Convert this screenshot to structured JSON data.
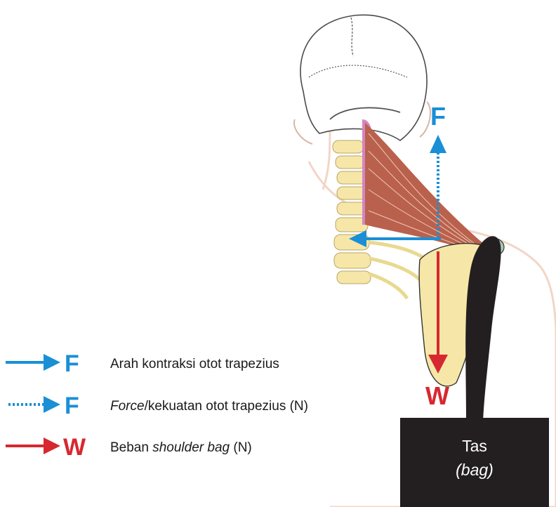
{
  "force_label": "F",
  "weight_label": "W",
  "bag": {
    "line1": "Tas",
    "line2": "(bag)"
  },
  "legend": [
    {
      "symbol": "F",
      "line_style": "solid",
      "color": "#1a8fd6",
      "text_plain": "Arah kontraksi otot trapezius",
      "text_italic": "",
      "text_rest": ""
    },
    {
      "symbol": "F",
      "line_style": "dotted",
      "color": "#1a8fd6",
      "text_plain": "",
      "text_italic": "Force",
      "text_rest": "/kekuatan otot trapezius (N)"
    },
    {
      "symbol": "W",
      "line_style": "solid",
      "color": "#d7282f",
      "text_plain": "Beban ",
      "text_italic": "shoulder bag",
      "text_rest": " (N)"
    }
  ],
  "colors": {
    "blue": "#1a8fd6",
    "red": "#d7282f",
    "bag": "#231f20",
    "bone": "#f6e7a8",
    "muscle": "#b9614d",
    "muscle_origin": "#d485c2"
  },
  "icons": [
    "head-outline",
    "cervical-spine",
    "trapezius-muscle",
    "scapula",
    "bag-strap"
  ]
}
